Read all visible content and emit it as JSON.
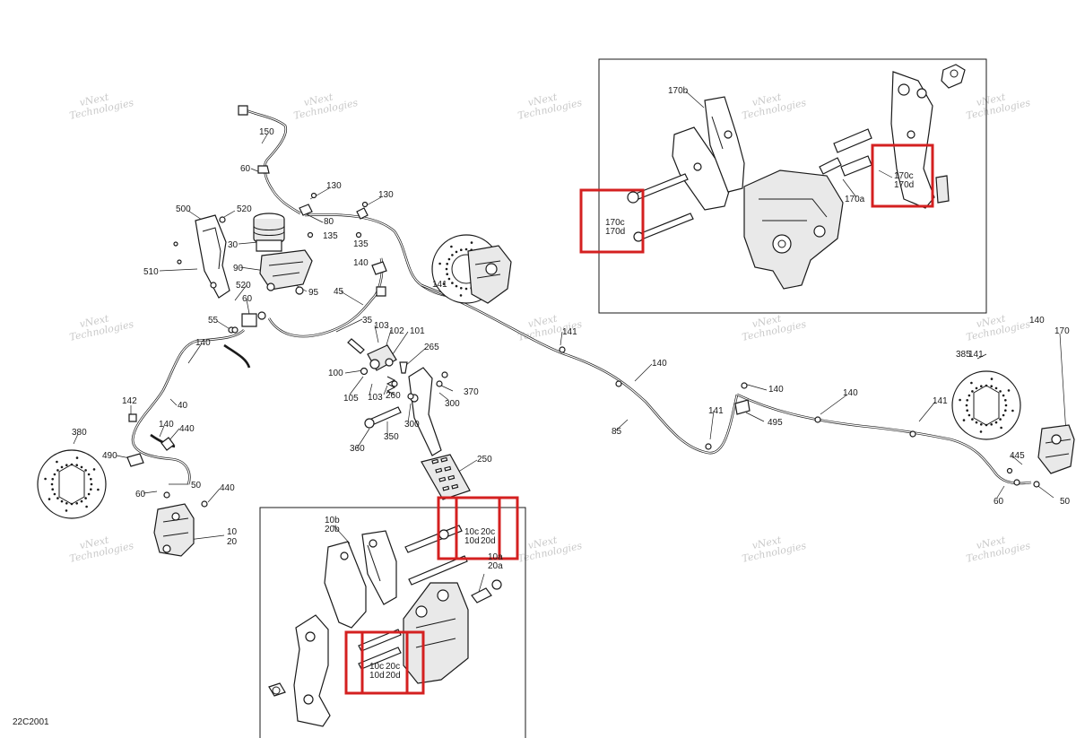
{
  "diagram_code": "22C2001",
  "watermark": {
    "line1": "vNext",
    "line2": "Technologies"
  },
  "accent_color": "#d42020",
  "labels": {
    "l150": "150",
    "l60a": "60",
    "l130a": "130",
    "l130b": "130",
    "l80": "80",
    "l135a": "135",
    "l135b": "135",
    "l500": "500",
    "l520a": "520",
    "l30": "30",
    "l510": "510",
    "l90": "90",
    "l95": "95",
    "l140a": "140",
    "l45": "45",
    "l520b": "520",
    "l60b": "60",
    "l55": "55",
    "l35": "35",
    "l103a": "103",
    "l102": "102",
    "l101": "101",
    "l265": "265",
    "l100": "100",
    "l105": "105",
    "l103b": "103",
    "l260": "260",
    "l370": "370",
    "l300a": "300",
    "l300b": "300",
    "l350": "350",
    "l360": "360",
    "l250": "250",
    "l140b": "140",
    "l142": "142",
    "l40": "40",
    "l140c": "140",
    "l440a": "440",
    "l490": "490",
    "l380": "380",
    "l50a": "50",
    "l60c": "60",
    "l440b": "440",
    "l10": "10",
    "l20": "20",
    "l141a": "141",
    "l141b": "141",
    "l140d": "140",
    "l140e": "140",
    "l140f": "140",
    "l140g": "140",
    "l85": "85",
    "l141c": "141",
    "l141d": "141",
    "l495": "495",
    "l385": "385",
    "l170": "170",
    "l445": "445",
    "l50b": "50",
    "l60d": "60",
    "l141e": "141",
    "l170b": "170b",
    "l170c_a": "170c",
    "l170d_a": "170d",
    "l170a": "170a",
    "l170c_b": "170c",
    "l170d_b": "170d",
    "l10b": "10b",
    "l20b": "20b",
    "l10c_a": "10c",
    "l10d_a": "10d",
    "l20c_a": "20c",
    "l20d_a": "20d",
    "l10a": "10a",
    "l20a": "20a",
    "l10c_b": "10c",
    "l10d_b": "10d",
    "l20c_b": "20c",
    "l20d_b": "20d"
  }
}
